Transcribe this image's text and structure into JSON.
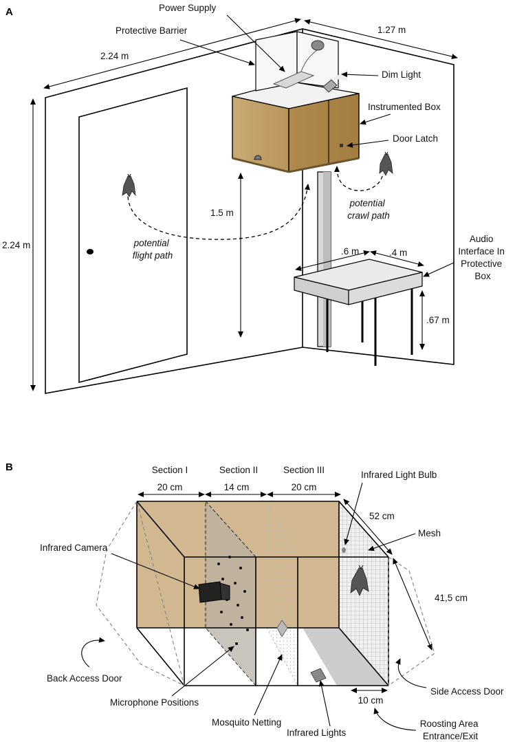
{
  "panels": {
    "a": "A",
    "b": "B"
  },
  "panel_a": {
    "power_supply": "Power Supply",
    "protective_barrier": "Protective Barrier",
    "dim_light": "Dim Light",
    "instrumented_box": "Instrumented Box",
    "door_latch": "Door Latch",
    "room_width": "2.24 m",
    "room_depth": "1.27 m",
    "room_height": "2.24 m",
    "box_height": "1.5 m",
    "flight_path": [
      "potential",
      "flight path"
    ],
    "crawl_path": [
      "potential",
      "crawl path"
    ],
    "table_depth": ".6 m",
    "table_width": ".4 m",
    "audio_interface": [
      "Audio",
      "Interface In",
      "Protective",
      "Box"
    ],
    "table_height": ".67 m"
  },
  "panel_b": {
    "sections": [
      {
        "name": "Section I",
        "width": "20 cm"
      },
      {
        "name": "Section II",
        "width": "14 cm"
      },
      {
        "name": "Section III",
        "width": "20 cm"
      }
    ],
    "infrared_light_bulb": "Infrared Light Bulb",
    "depth": "52 cm",
    "mesh": "Mesh",
    "infrared_camera": "Infrared Camera",
    "height": "41,5 cm",
    "back_access_door": "Back Access Door",
    "side_access_door": "Side Access Door",
    "microphone_positions": "Microphone Positions",
    "entrance_width": "10 cm",
    "mosquito_netting": "Mosquito Netting",
    "infrared_lights": "Infrared Lights",
    "roosting_area": [
      "Roosting Area",
      "Entrance/Exit"
    ]
  }
}
